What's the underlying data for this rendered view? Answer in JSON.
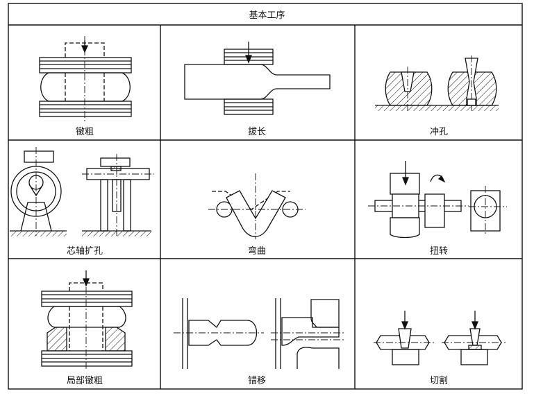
{
  "table": {
    "title": "基本工序",
    "cells": [
      {
        "label": "镦粗"
      },
      {
        "label": "拔长"
      },
      {
        "label": "冲孔"
      },
      {
        "label": "芯轴扩孔"
      },
      {
        "label": "弯曲"
      },
      {
        "label": "扭转"
      },
      {
        "label": "局部镦粗"
      },
      {
        "label": "错移"
      },
      {
        "label": "切割"
      }
    ]
  }
}
